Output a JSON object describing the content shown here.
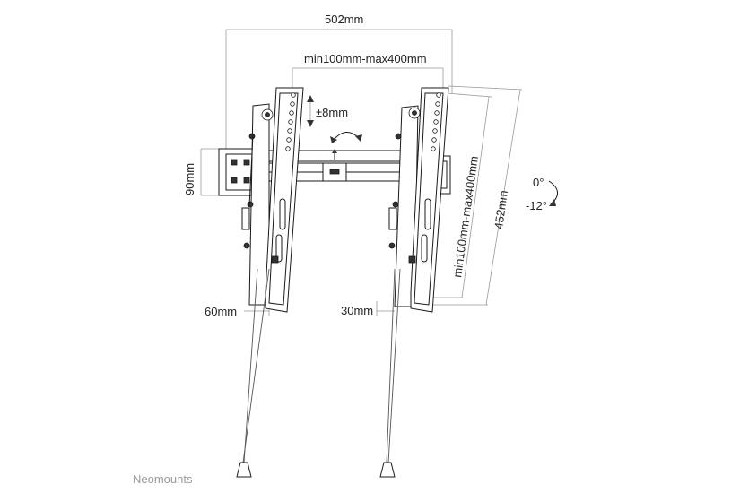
{
  "dimensions": {
    "width_total": "502mm",
    "vesa_horizontal": "min100mm-max400mm",
    "vertical_adjust": "±8mm",
    "wall_plate_height": "90mm",
    "arm_depth_left": "60mm",
    "arm_depth_right": "30mm",
    "vesa_vertical": "min100mm-max400mm",
    "height_total": "452mm",
    "tilt_max": "0°",
    "tilt_min": "-12°"
  },
  "brand": {
    "name": "Neomounts"
  },
  "colors": {
    "line": "#1a1a1a",
    "dimension": "#999999",
    "brand": "#9a9a9a"
  }
}
